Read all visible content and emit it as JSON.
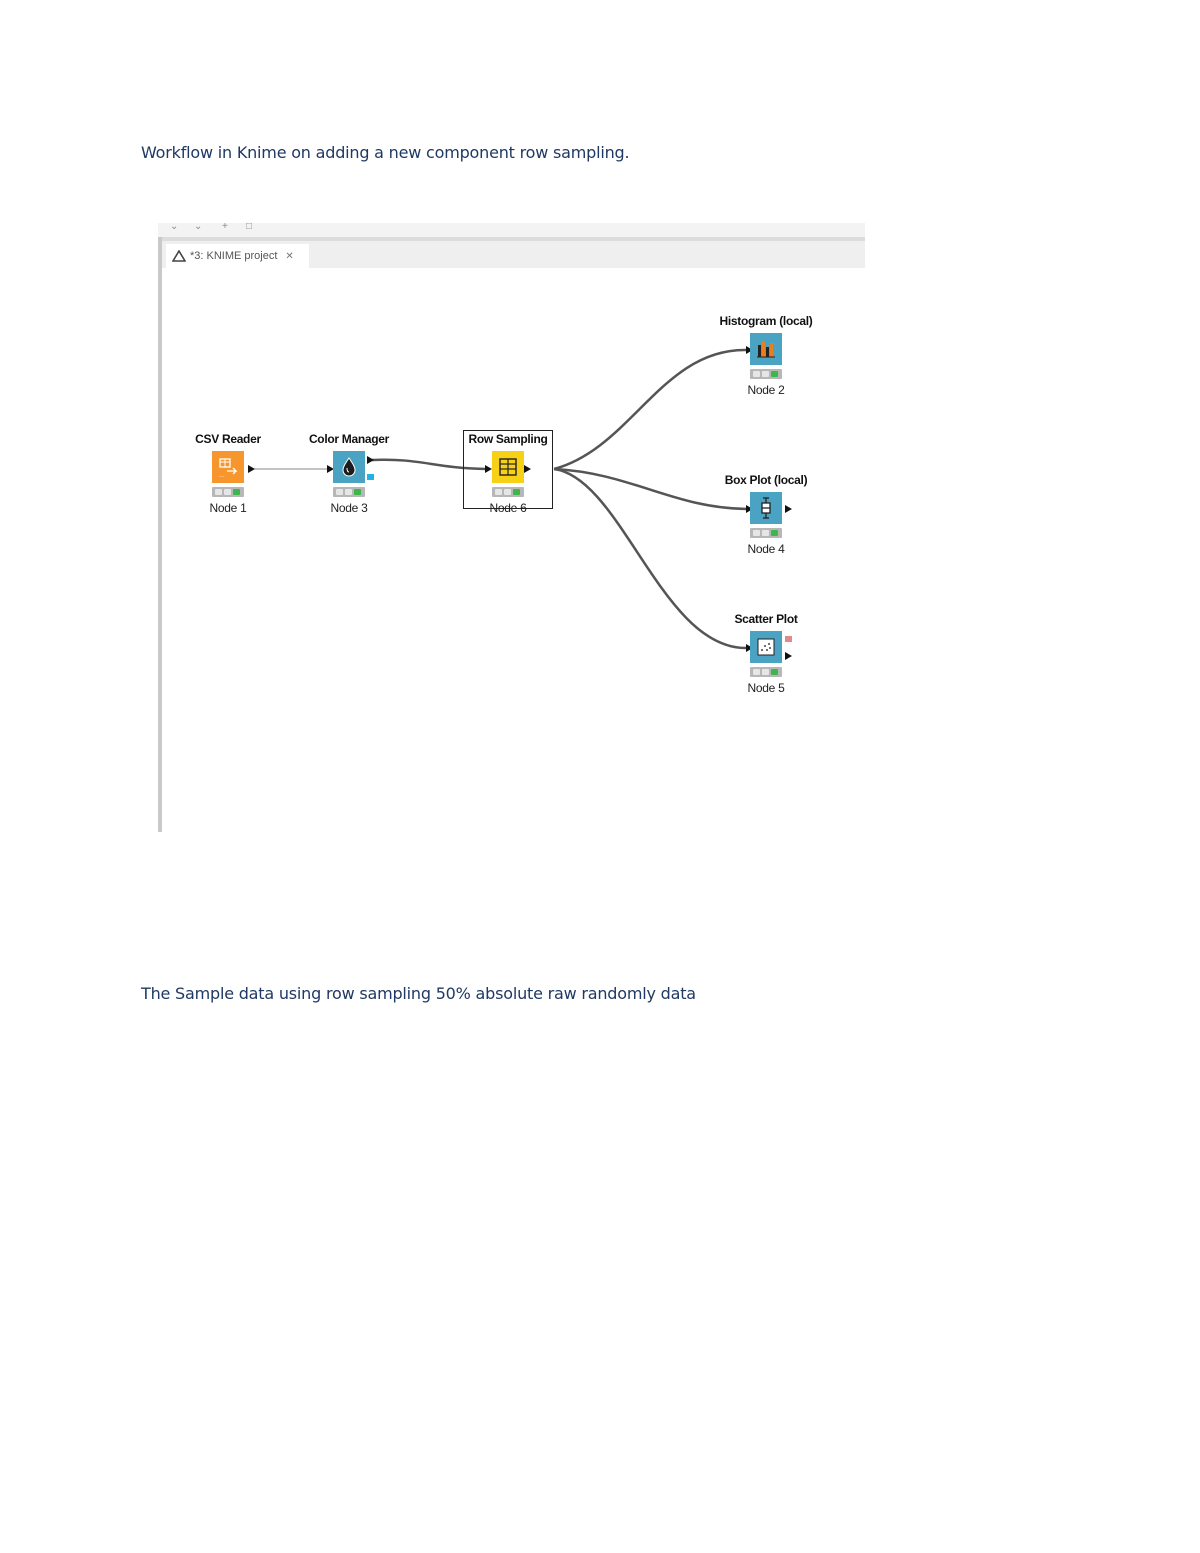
{
  "document": {
    "para1": "Workflow in Knime  on adding a new component row sampling.",
    "para2": "The Sample data using row sampling 50% absolute raw randomly data"
  },
  "editor": {
    "tab_label": "*3: KNIME project"
  },
  "nodes": [
    {
      "id": "csv",
      "title": "CSV Reader",
      "label": "Node 1",
      "color": "#f7962d",
      "icon": "file-reader-icon"
    },
    {
      "id": "color",
      "title": "Color Manager",
      "label": "Node 3",
      "color": "#4aa3c3",
      "icon": "color-drop-icon"
    },
    {
      "id": "rows",
      "title": "Row Sampling",
      "label": "Node 6",
      "color": "#f7d117",
      "icon": "table-sampling-icon"
    },
    {
      "id": "hist",
      "title": "Histogram (local)",
      "label": "Node 2",
      "color": "#4aa3c3",
      "icon": "histogram-icon"
    },
    {
      "id": "box",
      "title": "Box Plot (local)",
      "label": "Node 4",
      "color": "#4aa3c3",
      "icon": "box-plot-icon"
    },
    {
      "id": "scatter",
      "title": "Scatter Plot",
      "label": "Node 5",
      "color": "#4aa3c3",
      "icon": "scatter-plot-icon"
    }
  ]
}
